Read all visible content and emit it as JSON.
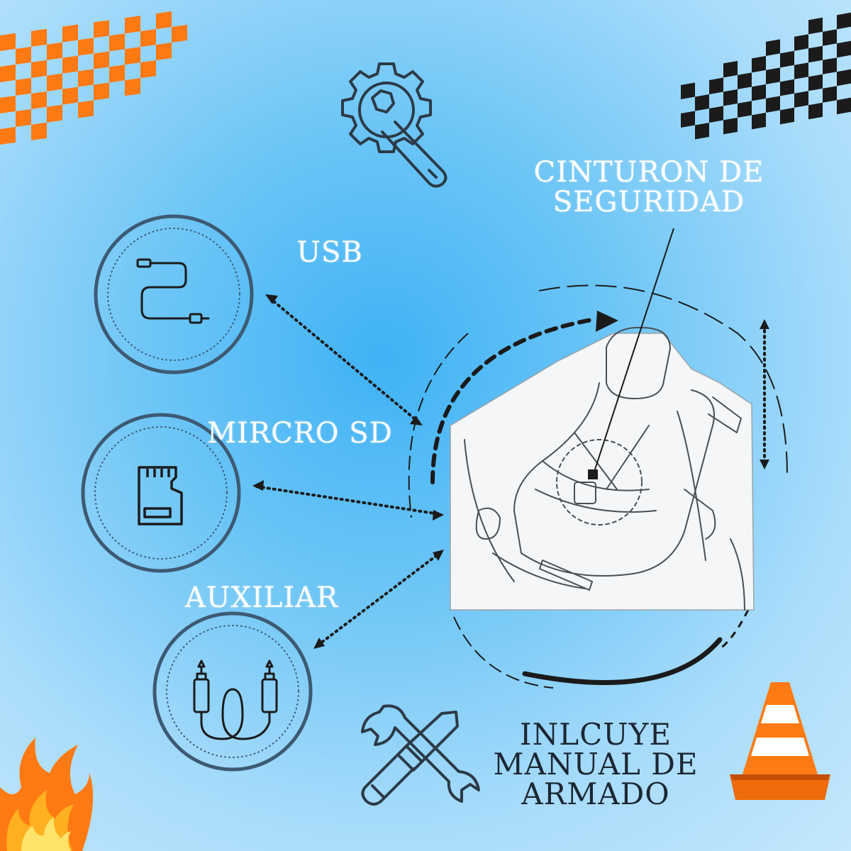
{
  "labels": {
    "usb": "USB",
    "microsd": "MIRCRO SD",
    "auxiliar": "AUXILIAR",
    "seatbelt_line1": "CINTURON DE",
    "seatbelt_line2": "SEGURIDAD",
    "manual_line1": "INLCUYE",
    "manual_line2": "MANUAL DE",
    "manual_line3": "ARMADO"
  },
  "icons": {
    "top_center": "gear-wrench-icon",
    "usb": "usb-cable-icon",
    "microsd": "microsd-card-icon",
    "auxiliar": "aux-cable-icon",
    "tools": "wrench-screwdriver-icon",
    "flag_left": "orange-checkered-flag-icon",
    "flag_right": "black-checkered-flag-icon",
    "fire": "fire-icon",
    "cone": "traffic-cone-icon"
  },
  "colors": {
    "icon_stroke": "#2c3a47",
    "circle_ring": "#3d5a73",
    "accent_orange": "#ff7a12",
    "label_white": "#ffffff",
    "label_dark": "#1c2733"
  }
}
